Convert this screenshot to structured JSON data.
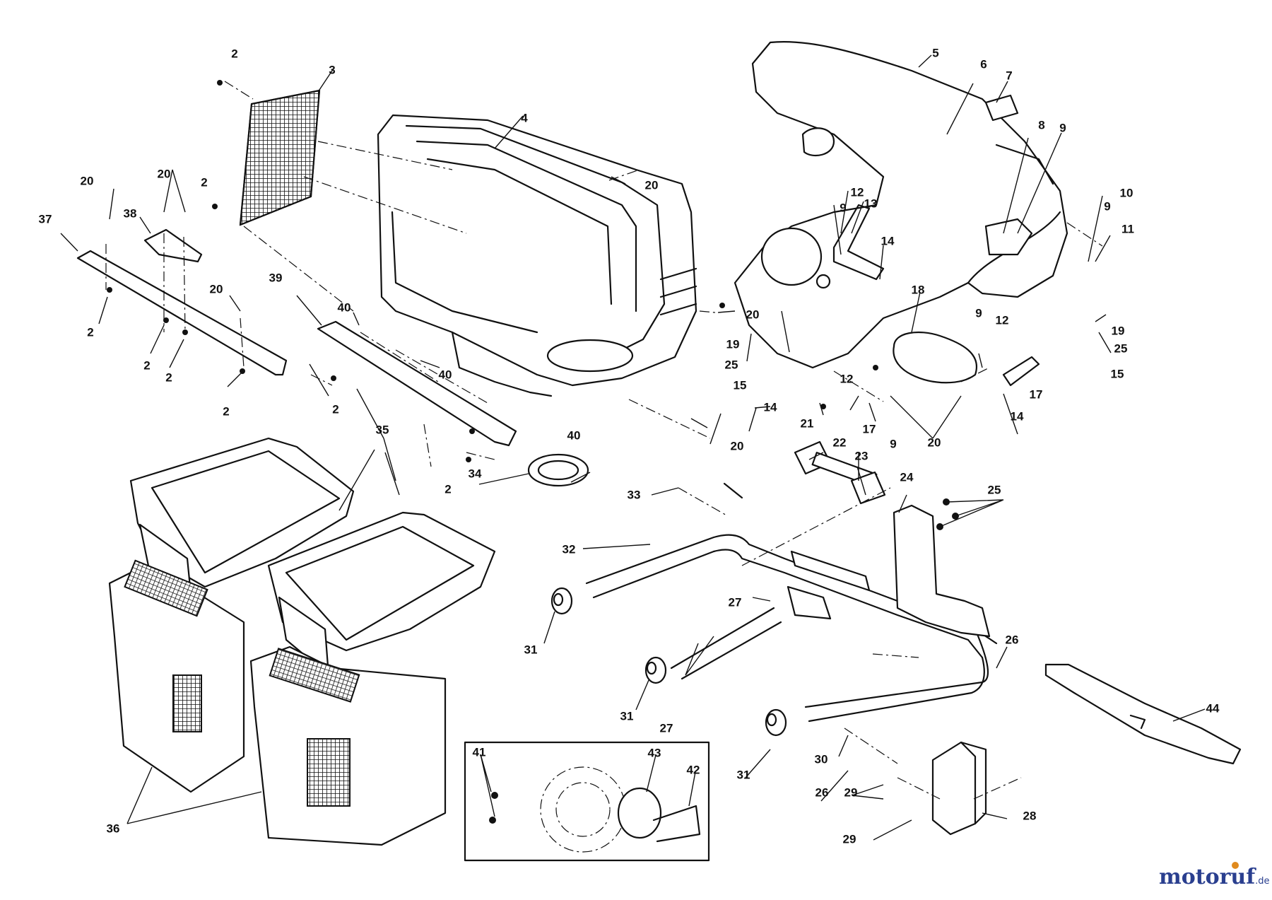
{
  "callouts": [
    {
      "id": "c1",
      "text": "2"
    },
    {
      "id": "c2",
      "text": "3"
    },
    {
      "id": "c3",
      "text": "4"
    },
    {
      "id": "c4",
      "text": "5"
    },
    {
      "id": "c5",
      "text": "6"
    },
    {
      "id": "c6",
      "text": "7"
    },
    {
      "id": "c7",
      "text": "8"
    },
    {
      "id": "c8",
      "text": "9"
    },
    {
      "id": "c9",
      "text": "20"
    },
    {
      "id": "c10",
      "text": "2"
    },
    {
      "id": "c11",
      "text": "20"
    },
    {
      "id": "c12",
      "text": "38"
    },
    {
      "id": "c13",
      "text": "20"
    },
    {
      "id": "c14",
      "text": "37"
    },
    {
      "id": "c15",
      "text": "12"
    },
    {
      "id": "c16",
      "text": "13"
    },
    {
      "id": "c17",
      "text": "9"
    },
    {
      "id": "c18",
      "text": "10"
    },
    {
      "id": "c19",
      "text": "9"
    },
    {
      "id": "c20",
      "text": "11"
    },
    {
      "id": "c21",
      "text": "14"
    },
    {
      "id": "c22",
      "text": "20"
    },
    {
      "id": "c23",
      "text": "39"
    },
    {
      "id": "c24",
      "text": "40"
    },
    {
      "id": "c25",
      "text": "18"
    },
    {
      "id": "c26",
      "text": "20"
    },
    {
      "id": "c27",
      "text": "2"
    },
    {
      "id": "c28",
      "text": "2"
    },
    {
      "id": "c29",
      "text": "2"
    },
    {
      "id": "c30",
      "text": "19"
    },
    {
      "id": "c31",
      "text": "25"
    },
    {
      "id": "c32",
      "text": "9"
    },
    {
      "id": "c33",
      "text": "12"
    },
    {
      "id": "c34",
      "text": "19"
    },
    {
      "id": "c35",
      "text": "25"
    },
    {
      "id": "c36",
      "text": "15"
    },
    {
      "id": "c37",
      "text": "15"
    },
    {
      "id": "c38",
      "text": "40"
    },
    {
      "id": "c39",
      "text": "12"
    },
    {
      "id": "c40",
      "text": "17"
    },
    {
      "id": "c41",
      "text": "2"
    },
    {
      "id": "c42",
      "text": "14"
    },
    {
      "id": "c43",
      "text": "2"
    },
    {
      "id": "c44",
      "text": "17"
    },
    {
      "id": "c45",
      "text": "14"
    },
    {
      "id": "c46",
      "text": "9"
    },
    {
      "id": "c47",
      "text": "20"
    },
    {
      "id": "c48",
      "text": "40"
    },
    {
      "id": "c49",
      "text": "20"
    },
    {
      "id": "c50",
      "text": "35"
    },
    {
      "id": "c51",
      "text": "21"
    },
    {
      "id": "c52",
      "text": "22"
    },
    {
      "id": "c53",
      "text": "23"
    },
    {
      "id": "c54",
      "text": "2"
    },
    {
      "id": "c55",
      "text": "34"
    },
    {
      "id": "c56",
      "text": "33"
    },
    {
      "id": "c57",
      "text": "24"
    },
    {
      "id": "c58",
      "text": "25"
    },
    {
      "id": "c59",
      "text": "32"
    },
    {
      "id": "c60",
      "text": "27"
    },
    {
      "id": "c61",
      "text": "31"
    },
    {
      "id": "c62",
      "text": "26"
    },
    {
      "id": "c63",
      "text": "31"
    },
    {
      "id": "c64",
      "text": "27"
    },
    {
      "id": "c65",
      "text": "44"
    },
    {
      "id": "c66",
      "text": "41"
    },
    {
      "id": "c67",
      "text": "43"
    },
    {
      "id": "c68",
      "text": "42"
    },
    {
      "id": "c69",
      "text": "30"
    },
    {
      "id": "c70",
      "text": "31"
    },
    {
      "id": "c71",
      "text": "26"
    },
    {
      "id": "c72",
      "text": "29"
    },
    {
      "id": "c73",
      "text": "28"
    },
    {
      "id": "c74",
      "text": "36"
    },
    {
      "id": "c75",
      "text": "29"
    }
  ],
  "watermark": {
    "main": "motoruf",
    "tld": ".de",
    "color_main": "#2a3f8f",
    "color_accent": "#e08a1e"
  }
}
